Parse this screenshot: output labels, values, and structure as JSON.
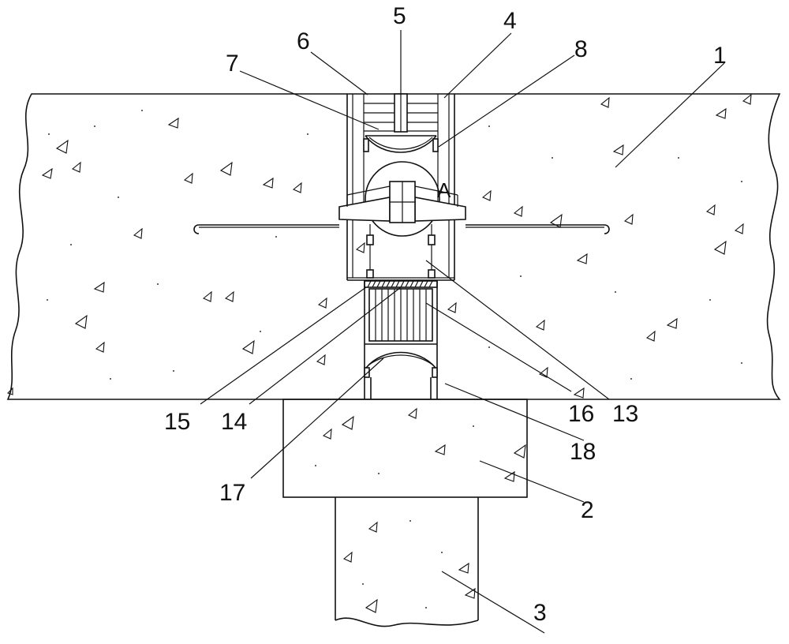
{
  "labels": {
    "n1": "1",
    "n2": "2",
    "n3": "3",
    "n4": "4",
    "n5": "5",
    "n6": "6",
    "n7": "7",
    "n8": "8",
    "n13": "13",
    "n14": "14",
    "n15": "15",
    "n16": "16",
    "n17": "17",
    "n18": "18",
    "nA": "A"
  },
  "colors": {
    "stroke": "#111111",
    "background": "#ffffff"
  }
}
